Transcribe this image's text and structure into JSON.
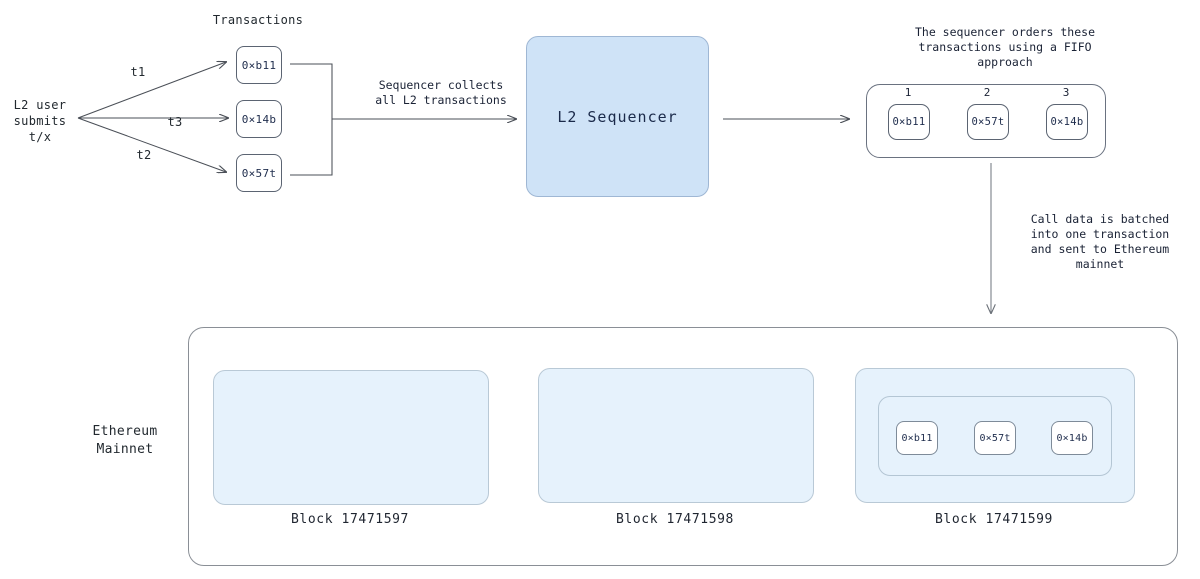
{
  "diagram": {
    "title_transactions": "Transactions",
    "source": {
      "label": "L2 user\nsubmits\nt/x",
      "edges": [
        {
          "name": "t1"
        },
        {
          "name": "t3"
        },
        {
          "name": "t2"
        }
      ]
    },
    "transactions": [
      {
        "id": "0×b11"
      },
      {
        "id": "0×14b"
      },
      {
        "id": "0×57t"
      }
    ],
    "collect_caption": "Sequencer collects\nall L2 transactions",
    "sequencer": {
      "label": "L2 Sequencer"
    },
    "fifo": {
      "caption": "The sequencer orders these\ntransactions using a FIFO\napproach",
      "slots": [
        {
          "index": "1",
          "id": "0×b11"
        },
        {
          "index": "2",
          "id": "0×57t"
        },
        {
          "index": "3",
          "id": "0×14b"
        }
      ]
    },
    "calldata_caption": "Call data is batched\ninto one transaction\nand sent to Ethereum\nmainnet",
    "mainnet": {
      "label": "Ethereum\nMainnet",
      "blocks": [
        {
          "label": "Block 17471597",
          "txs": []
        },
        {
          "label": "Block 17471598",
          "txs": []
        },
        {
          "label": "Block 17471599",
          "txs": [
            {
              "id": "0×b11"
            },
            {
              "id": "0×57t"
            },
            {
              "id": "0×14b"
            }
          ]
        }
      ]
    },
    "colors": {
      "sequencer_fill": "#cfe3f7",
      "block_fill": "#e6f2fc",
      "text_blue": "#1f2d4d",
      "stroke": "#5b6472"
    }
  }
}
